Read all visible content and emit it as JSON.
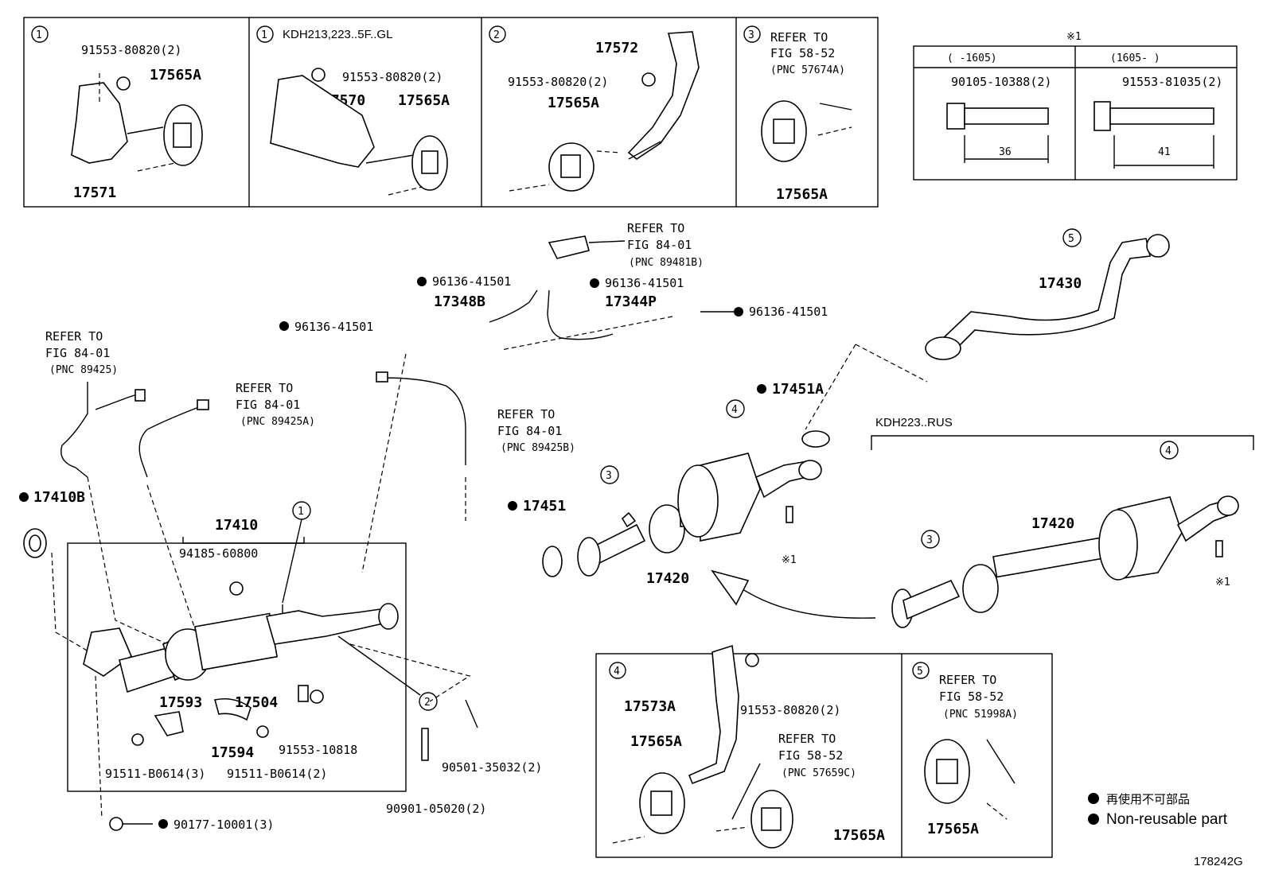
{
  "diagram_id": "178242G",
  "legend": {
    "jp": "再使用不可部品",
    "en": "Non-reusable part"
  },
  "inset_boxes": {
    "box1a": {
      "marker": "1",
      "labels": [
        "91553-80820(2)",
        "17565A",
        "17571"
      ]
    },
    "box1b": {
      "marker": "1",
      "variant": "KDH213,223..5F..GL",
      "labels": [
        "91553-80820(2)",
        "17570",
        "17565A"
      ]
    },
    "box2": {
      "marker": "2",
      "labels": [
        "17572",
        "91553-80820(2)",
        "17565A"
      ]
    },
    "box3": {
      "marker": "3",
      "refer": [
        "REFER TO",
        "FIG 58-52",
        "(PNC 57674A)"
      ],
      "label": "17565A"
    },
    "box4": {
      "marker": "4",
      "labels": [
        "17573A",
        "91553-80820(2)",
        "17565A",
        "17565A"
      ],
      "refer": [
        "REFER TO",
        "FIG 58-52",
        "(PNC 57659C)"
      ]
    },
    "box5": {
      "marker": "5",
      "refer": [
        "REFER TO",
        "FIG 58-52",
        "(PNC 51998A)"
      ],
      "label": "17565A"
    }
  },
  "bolt_table": {
    "note": "※1",
    "col1": {
      "range": "(     -1605)",
      "part": "90105-10388(2)",
      "length": "36"
    },
    "col2": {
      "range": "(1605-     )",
      "part": "91553-81035(2)",
      "length": "41"
    }
  },
  "main": {
    "refer_89481B": [
      "REFER TO",
      "FIG 84-01",
      "(PNC 89481B)"
    ],
    "refer_89425": [
      "REFER TO",
      "FIG 84-01",
      "(PNC 89425)"
    ],
    "refer_89425A": [
      "REFER TO",
      "FIG 84-01",
      "(PNC 89425A)"
    ],
    "refer_89425B": [
      "REFER TO",
      "FIG 84-01",
      "(PNC 89425B)"
    ],
    "clip_a": "96136-41501",
    "clip_b": "96136-41501",
    "clip_c": "96136-41501",
    "clip_d": "96136-41501",
    "hose_b": "17348B",
    "hose_p": "17344P",
    "pipe_tail": "17430",
    "gasket_a": "17451A",
    "gasket": "17451",
    "gasket_b": "17410B",
    "converter": "17410",
    "nut": "94185-60800",
    "muffler_a": "17420",
    "muffler_b": "17420",
    "variant_rus": "KDH223..RUS",
    "note_a": "※1",
    "note_b": "※1",
    "p17593": "17593",
    "p17594": "17594",
    "p17504": "17504",
    "bolt_10818": "91553-10818",
    "bolt_b0614_3": "91511-B0614(3)",
    "bolt_b0614_2": "91511-B0614(2)",
    "spring": "90501-35032(2)",
    "bolt_05020": "90901-05020(2)",
    "nut_10001": "90177-10001(3)",
    "callout_1": "1",
    "callout_2": "2",
    "callout_3a": "3",
    "callout_3b": "3",
    "callout_4a": "4",
    "callout_4b": "4",
    "callout_5": "5"
  }
}
